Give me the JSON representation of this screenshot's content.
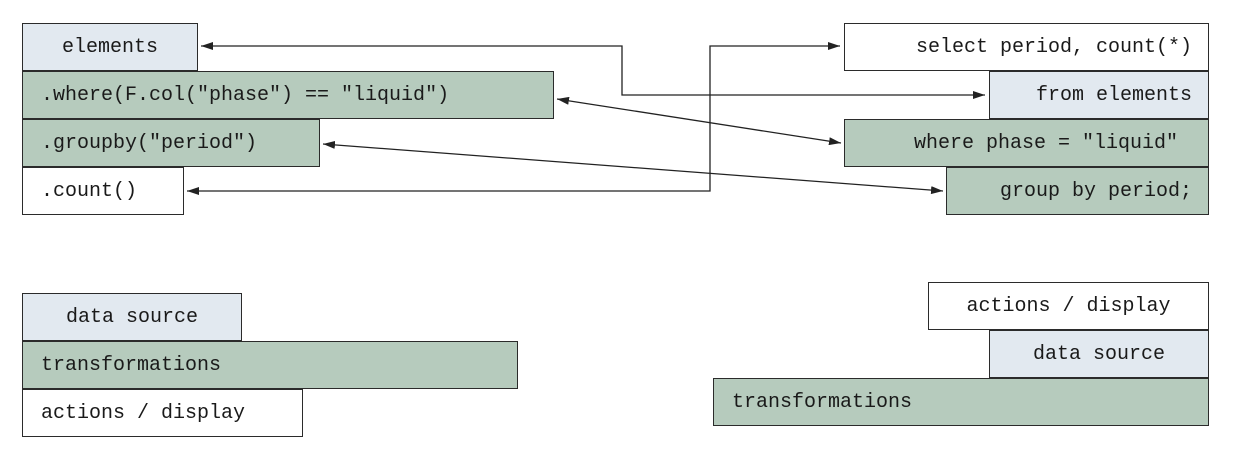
{
  "pyspark": {
    "elements": "elements",
    "where": ".where(F.col(\"phase\") == \"liquid\")",
    "groupby": ".groupby(\"period\")",
    "count": ".count()"
  },
  "sql": {
    "select": "select period, count(*)",
    "from": "from elements",
    "where": "where phase = \"liquid\"",
    "group": "group by period;"
  },
  "legend_left": {
    "data_source": "data source",
    "transformations": "transformations",
    "actions_display": "actions / display"
  },
  "legend_right": {
    "actions_display": "actions / display",
    "data_source": "data source",
    "transformations": "transformations"
  },
  "colors": {
    "data_source": "#e2e9f0",
    "transformations": "#b6cbbd",
    "actions_display": "#ffffff",
    "border": "#2b2b2b"
  }
}
